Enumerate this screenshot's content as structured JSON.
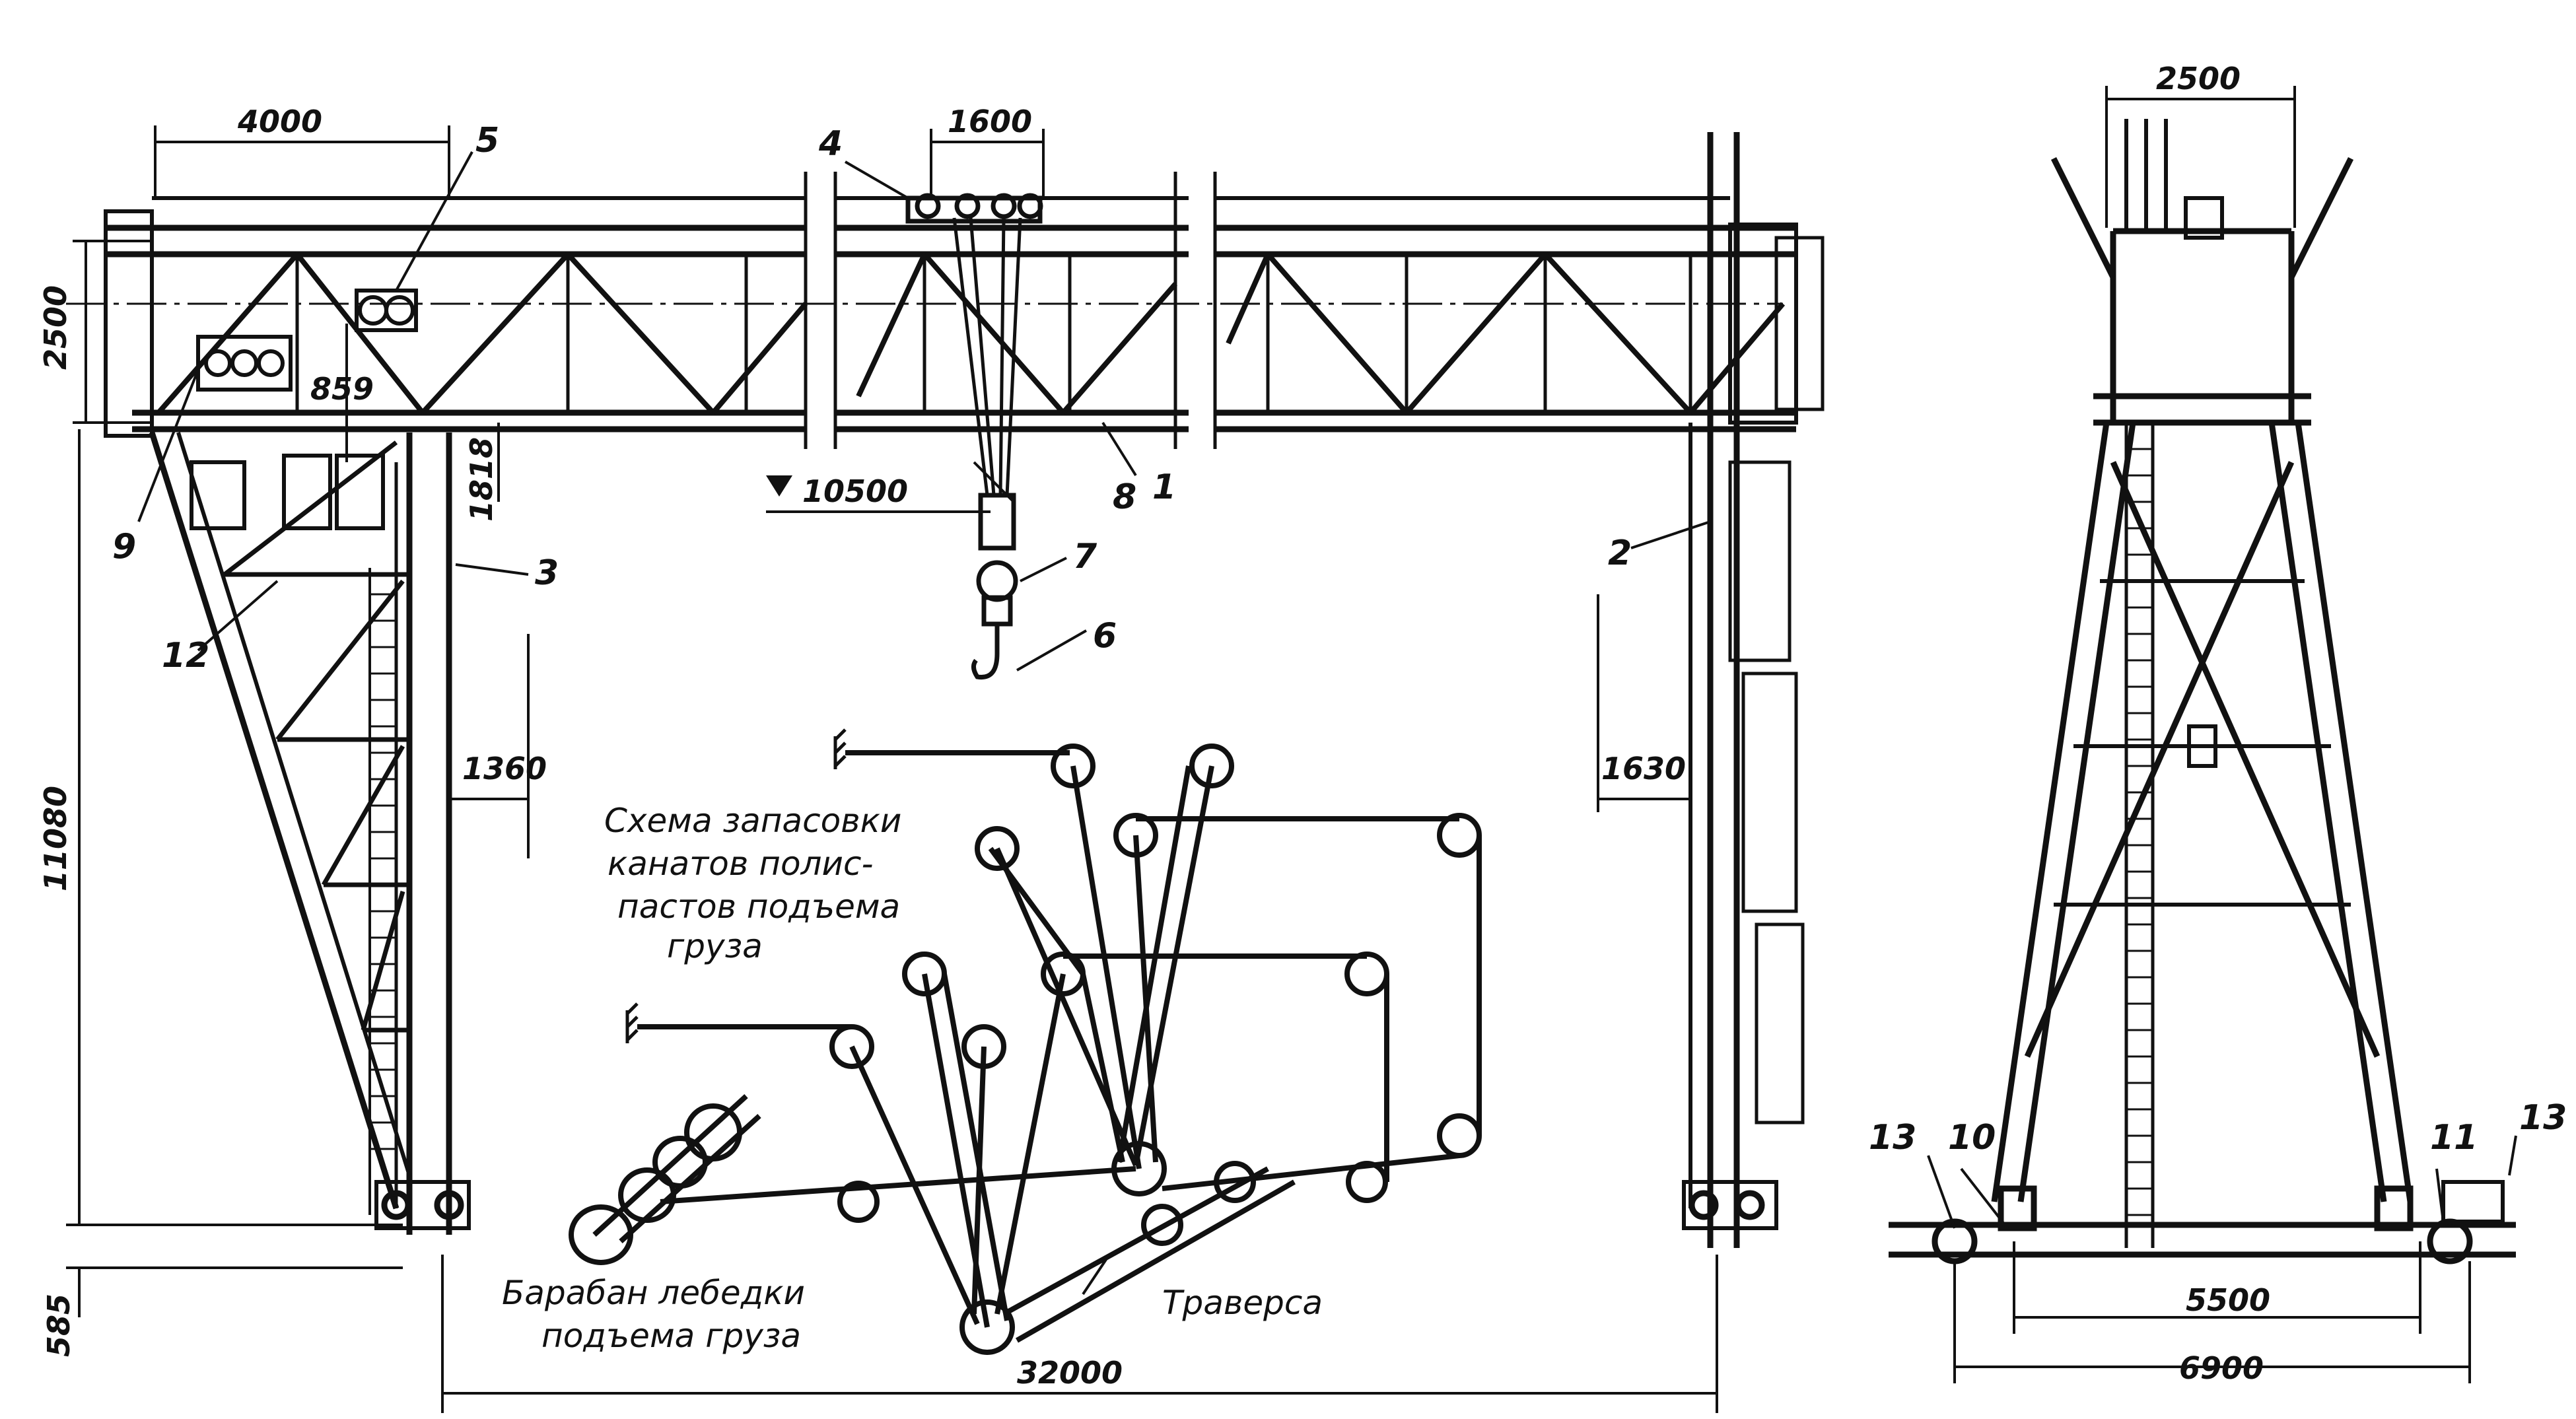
{
  "dimensions": {
    "span": "32000",
    "left_overhang": "4000",
    "trolley_base": "1600",
    "girder_height": "2500",
    "clearance": "859",
    "girder_to_leg": "1818",
    "hook_level": "10500",
    "leg_height": "11080",
    "base_offset": "585",
    "left_leg_offset": "1360",
    "right_leg_offset": "1630",
    "end_top_width": "2500",
    "end_gauge": "5500",
    "end_base": "6900"
  },
  "part_numbers": [
    "1",
    "2",
    "3",
    "4",
    "5",
    "6",
    "7",
    "8",
    "9",
    "10",
    "11",
    "12",
    "13",
    "13"
  ],
  "captions": {
    "reeving_scheme": [
      "Схема запасовки",
      "канатов полис-",
      "пастов подъема",
      "груза"
    ],
    "winch_drum": [
      "Барабан лебедки",
      "подъема груза"
    ],
    "traverse": "Траверса"
  },
  "colors": {
    "ink": "#111111",
    "paper": "#ffffff"
  }
}
